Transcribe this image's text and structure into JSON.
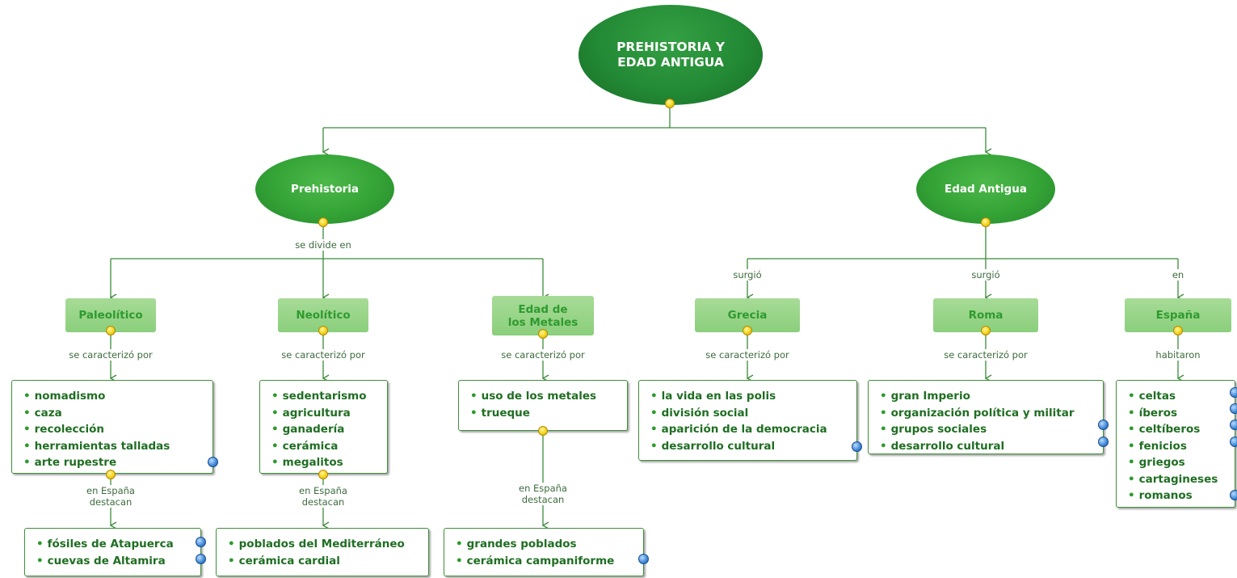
{
  "root": {
    "label": "PREHISTORIA Y EDAD ANTIGUA",
    "line1": "PREHISTORIA Y",
    "line2": "EDAD ANTIGUA"
  },
  "prehistoria": {
    "label": "Prehistoria",
    "link": "se divide en",
    "periods": [
      {
        "label": "Paleolítico",
        "link": "se caracterizó por",
        "items": [
          "nomadismo",
          "caza",
          "recolección",
          "herramientas talladas",
          "arte rupestre"
        ],
        "spain_link": "en España destacan",
        "spain_link_l1": "en España",
        "spain_link_l2": "destacan",
        "spain_items": [
          "fósiles de Atapuerca",
          "cuevas de Altamira"
        ]
      },
      {
        "label": "Neolítico",
        "link": "se caracterizó por",
        "items": [
          "sedentarismo",
          "agricultura",
          "ganadería",
          "cerámica",
          "megalitos"
        ],
        "spain_link": "en España destacan",
        "spain_link_l1": "en España",
        "spain_link_l2": "destacan",
        "spain_items": [
          "poblados del Mediterráneo",
          "cerámica cardial"
        ]
      },
      {
        "label": "Edad de los Metales",
        "label_l1": "Edad de",
        "label_l2": "los Metales",
        "link": "se caracterizó por",
        "items": [
          "uso de los metales",
          "trueque"
        ],
        "spain_link": "en España destacan",
        "spain_link_l1": "en España",
        "spain_link_l2": "destacan",
        "spain_items": [
          "grandes poblados",
          "cerámica campaniforme"
        ]
      }
    ]
  },
  "antigua": {
    "label": "Edad Antigua",
    "branches": [
      {
        "link": "surgió",
        "label": "Grecia",
        "sublink": "se caracterizó por",
        "items": [
          "la vida en las polis",
          "división social",
          "aparición de la democracia",
          "desarrollo cultural"
        ]
      },
      {
        "link": "surgió",
        "label": "Roma",
        "sublink": "se caracterizó por",
        "items": [
          "gran Imperio",
          "organización política y militar",
          "grupos sociales",
          "desarrollo cultural"
        ]
      },
      {
        "link": "en",
        "label": "España",
        "sublink": "habitaron",
        "items": [
          "celtas",
          "íberos",
          "celtíberos",
          "fenicios",
          "griegos",
          "cartagineses",
          "romanos"
        ]
      }
    ]
  },
  "colors": {
    "connector": "#3c8b3a",
    "knob": "#f5d21a",
    "ellipse": "#34a336",
    "concept_fill": "#9ad58a",
    "text_green": "#1f6e22"
  },
  "icons": {
    "node_handle": "yellow-dot-icon",
    "attachment": "blue-info-icon"
  }
}
